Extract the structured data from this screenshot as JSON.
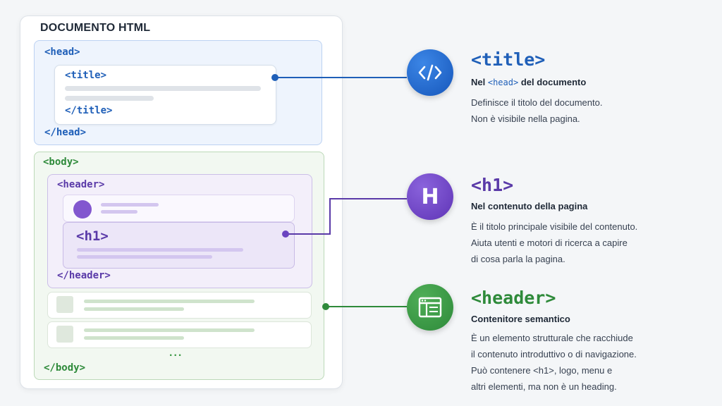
{
  "document": {
    "title": "DOCUMENTO HTML",
    "head_open": "<head>",
    "head_close": "</head>",
    "title_open": "<title>",
    "title_close": "</title>",
    "body_open": "<body>",
    "body_close": "</body>",
    "header_open": "<header>",
    "header_close": "</header>",
    "h1_tag": "<h1>",
    "ellipsis": "..."
  },
  "cards": [
    {
      "tag": "<title>",
      "icon": "code-icon",
      "color": "#1f5fb8",
      "subtitle_prefix": "Nel",
      "subtitle_code": "<head>",
      "subtitle_suffix": "del documento",
      "lines": [
        "Definisce il titolo del documento.",
        "Non è visibile nella pagina."
      ]
    },
    {
      "tag": "<h1>",
      "icon": "heading-icon",
      "icon_glyph": "H",
      "color": "#5a3aa8",
      "subtitle": "Nel contenuto della pagina",
      "lines": [
        "È il titolo principale visibile del contenuto.",
        "Aiuta utenti e motori di ricerca a capire",
        "di cosa parla la pagina."
      ]
    },
    {
      "tag": "<header>",
      "icon": "layout-icon",
      "color": "#2e8a3a",
      "subtitle": "Contenitore semantico",
      "lines": [
        "È un elemento strutturale che racchiude",
        "il contenuto introduttivo o di navigazione.",
        "Può contenere <h1>, logo, menu e",
        "altri elementi, ma non è un heading."
      ]
    }
  ]
}
